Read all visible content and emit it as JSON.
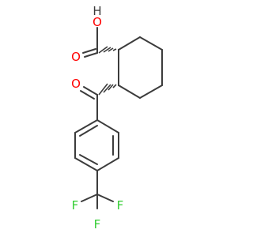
{
  "molecule": {
    "atoms": {
      "hydroxyl_h": "H",
      "hydroxyl_o": "O",
      "acid_carbonyl_o": "O",
      "ketone_carbonyl_o": "O",
      "fluorine_left": "F",
      "fluorine_top": "F",
      "fluorine_right": "F"
    }
  },
  "colors": {
    "bond": "#3c3c3c",
    "oxygen": "#ff0000",
    "fluorine": "#32cd32",
    "hydrogen": "#3c3c3c",
    "background": "#ffffff"
  }
}
